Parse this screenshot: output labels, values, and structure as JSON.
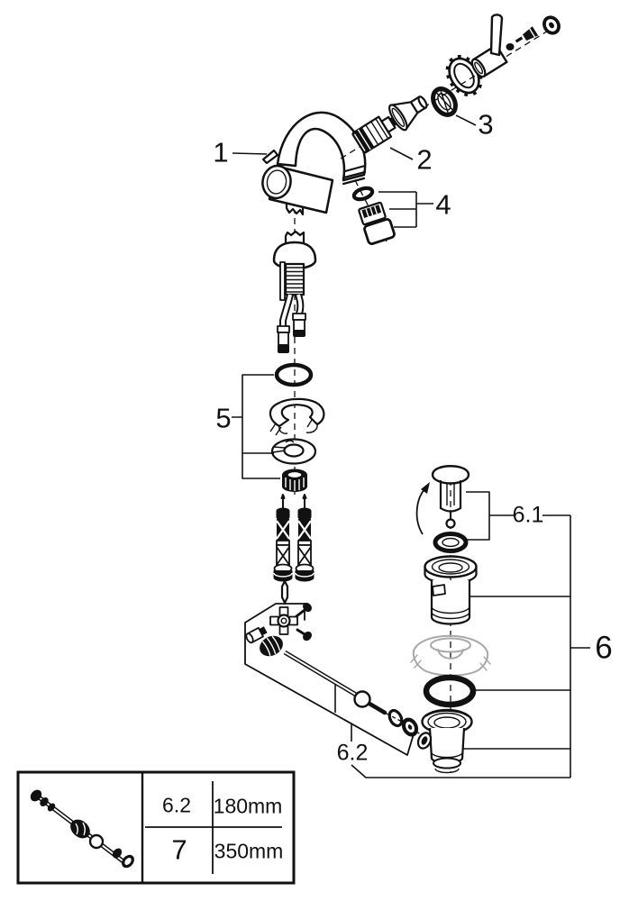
{
  "diagram": {
    "kind": "exploded-parts-diagram",
    "colors": {
      "line": "#111111",
      "ghost": "#a8a8a8",
      "background": "#ffffff"
    },
    "callouts": {
      "spout": {
        "label": "1"
      },
      "cartridge": {
        "label": "2"
      },
      "ring": {
        "label": "3"
      },
      "aerator_set": {
        "label": "4"
      },
      "mounting_set": {
        "label": "5"
      },
      "drain": {
        "label": "6"
      },
      "stopper_set": {
        "label": "6.1"
      },
      "rod_set": {
        "label": "6.2"
      }
    }
  },
  "size_table": {
    "rows": [
      {
        "ref": "6.2",
        "size": "180mm"
      },
      {
        "ref": "7",
        "size": "350mm"
      }
    ]
  }
}
